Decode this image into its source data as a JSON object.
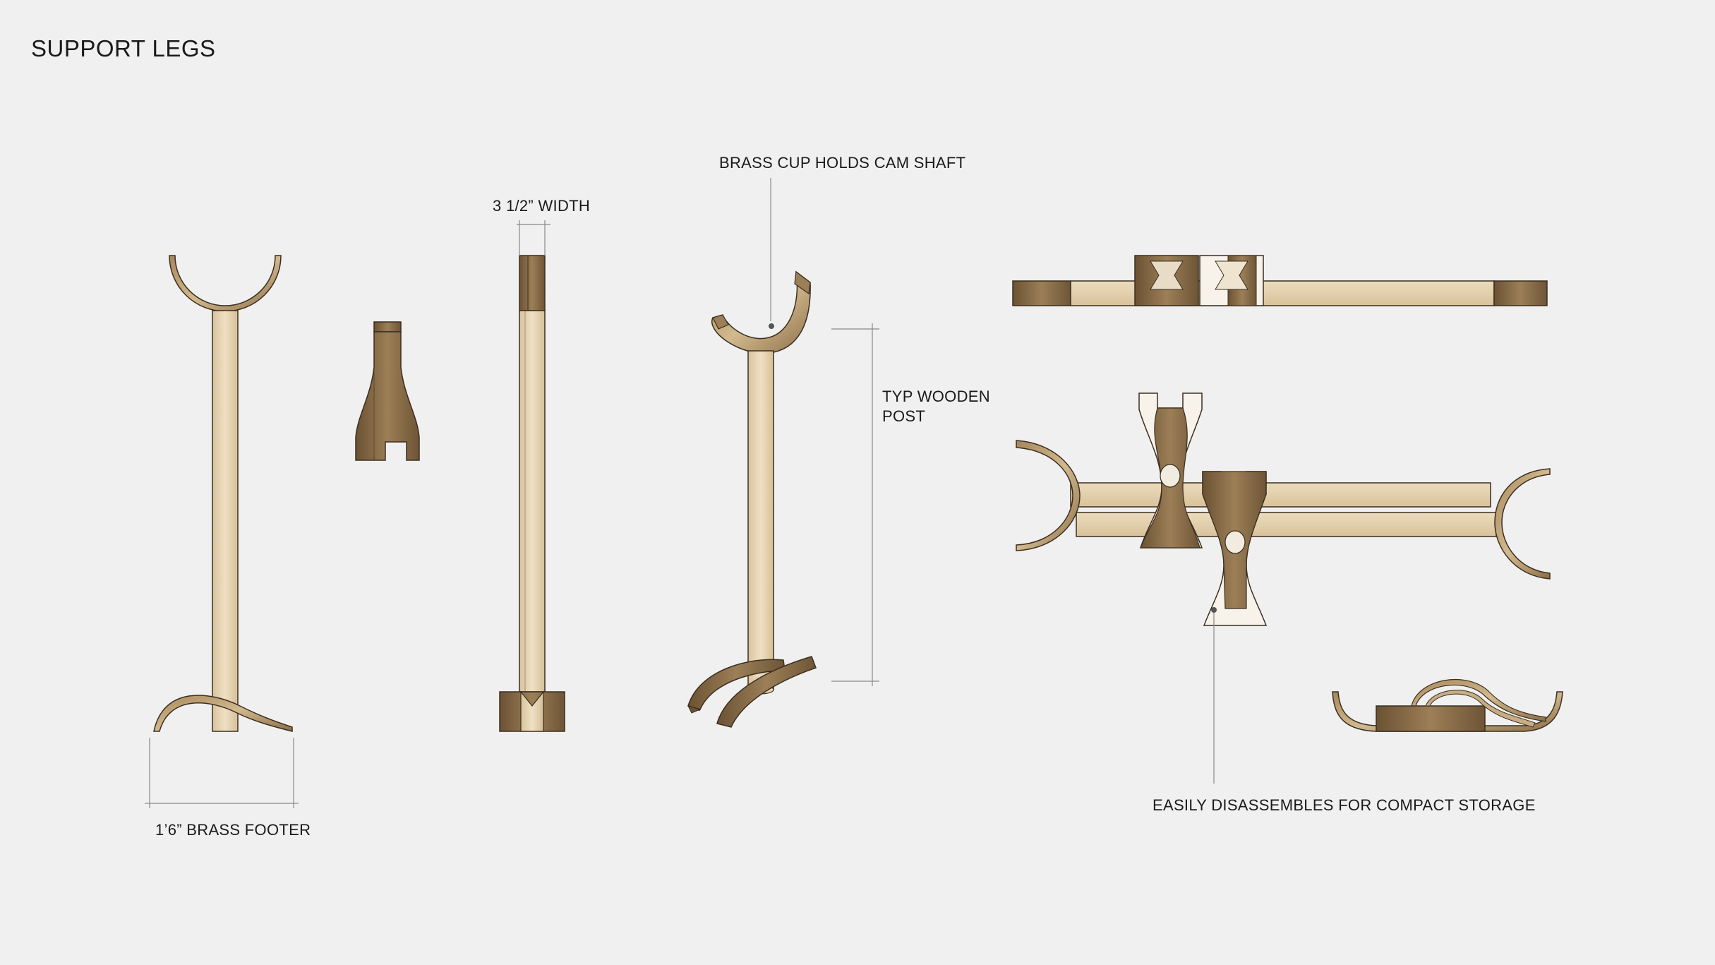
{
  "page": {
    "title": "SUPPORT LEGS"
  },
  "callouts": {
    "brass_footer": "1’6” BRASS FOOTER",
    "width": "3 1/2” WIDTH",
    "brass_cup": "BRASS CUP HOLDS CAM SHAFT",
    "wooden_post_line1": "TYP WOODEN",
    "wooden_post_line2": "POST",
    "disassembles": "EASILY DISASSEMBLES FOR COMPACT STORAGE"
  },
  "colors": {
    "background": "#f0f0f0",
    "light_wood": "#e4d2b0",
    "dark_wood": "#7a6040",
    "brass": "#b89a6e",
    "outline": "#3a2e20",
    "dimension_line": "#888888"
  }
}
